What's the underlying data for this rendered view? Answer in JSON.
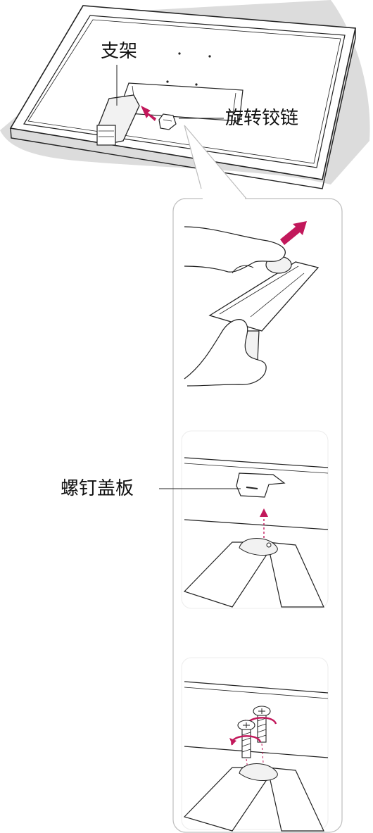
{
  "labels": {
    "stand": "支架",
    "swivel_hinge": "旋转铰链",
    "screw_cover": "螺钉盖板"
  },
  "colors": {
    "accent_arrow": "#c2185b",
    "line": "#222222",
    "panel_border": "#bdbdbd",
    "shadow": "#d9d9d9"
  }
}
